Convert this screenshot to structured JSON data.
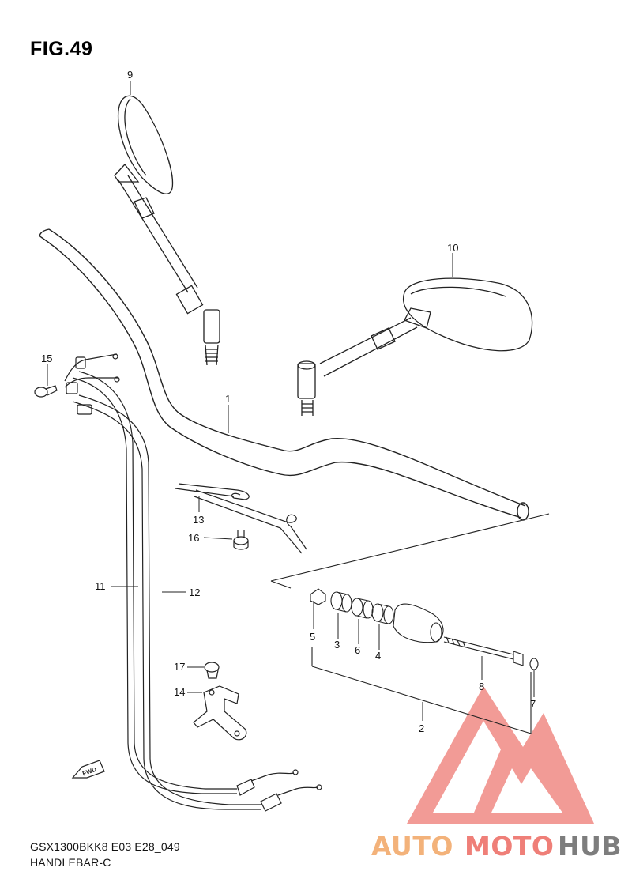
{
  "figure": {
    "title": "FIG.49",
    "model_code": "GSX1300BKK8 E03 E28_049",
    "section": "HANDLEBAR-C"
  },
  "callouts": {
    "p1": "1",
    "p2": "2",
    "p3": "3",
    "p4": "4",
    "p5": "5",
    "p6": "6",
    "p7": "7",
    "p8": "8",
    "p9": "9",
    "p10": "10",
    "p11": "11",
    "p12": "12",
    "p13": "13",
    "p14": "14",
    "p15": "15",
    "p16": "16",
    "p17": "17"
  },
  "fwd_label": "FWD",
  "watermark": {
    "brand_a": "AUTO",
    "brand_b": "MOTO",
    "brand_c": "HUB",
    "colors": {
      "orange": "#f3b27a",
      "salmon": "#ef7f78",
      "gray": "#7d7d7d",
      "logo": "#f08a84"
    }
  }
}
